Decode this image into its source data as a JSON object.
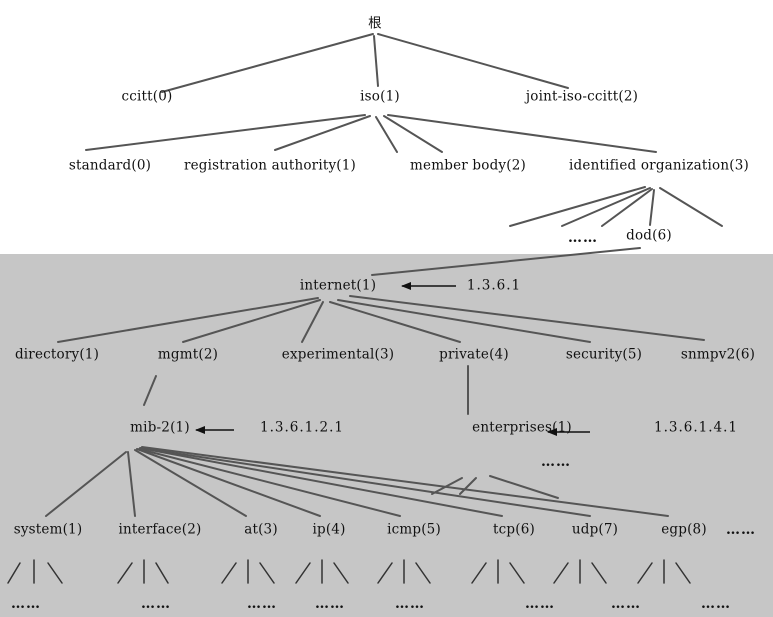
{
  "nodes": {
    "root": "根",
    "ccitt": "ccitt(0)",
    "iso": "iso(1)",
    "joint": "joint-iso-ccitt(2)",
    "standard": "standard(0)",
    "registration": "registration authority(1)",
    "member": "member body(2)",
    "identified": "identified organization(3)",
    "dod": "dod(6)",
    "internet": "internet(1)",
    "directory": "directory(1)",
    "mgmt": "mgmt(2)",
    "experimental": "experimental(3)",
    "private": "private(4)",
    "security": "security(5)",
    "snmpv2": "snmpv2(6)",
    "mib2": "mib-2(1)",
    "enterprises": "enterprises(1)",
    "system": "system(1)",
    "interface": "interface(2)",
    "at": "at(3)",
    "ip": "ip(4)",
    "icmp": "icmp(5)",
    "tcp": "tcp(6)",
    "udp": "udp(7)",
    "egp": "egp(8)"
  },
  "oids": {
    "internet": "1.3.6.1",
    "mib2": "1.3.6.1.2.1",
    "enterprises": "1.3.6.1.4.1"
  },
  "ellipsis": "……"
}
